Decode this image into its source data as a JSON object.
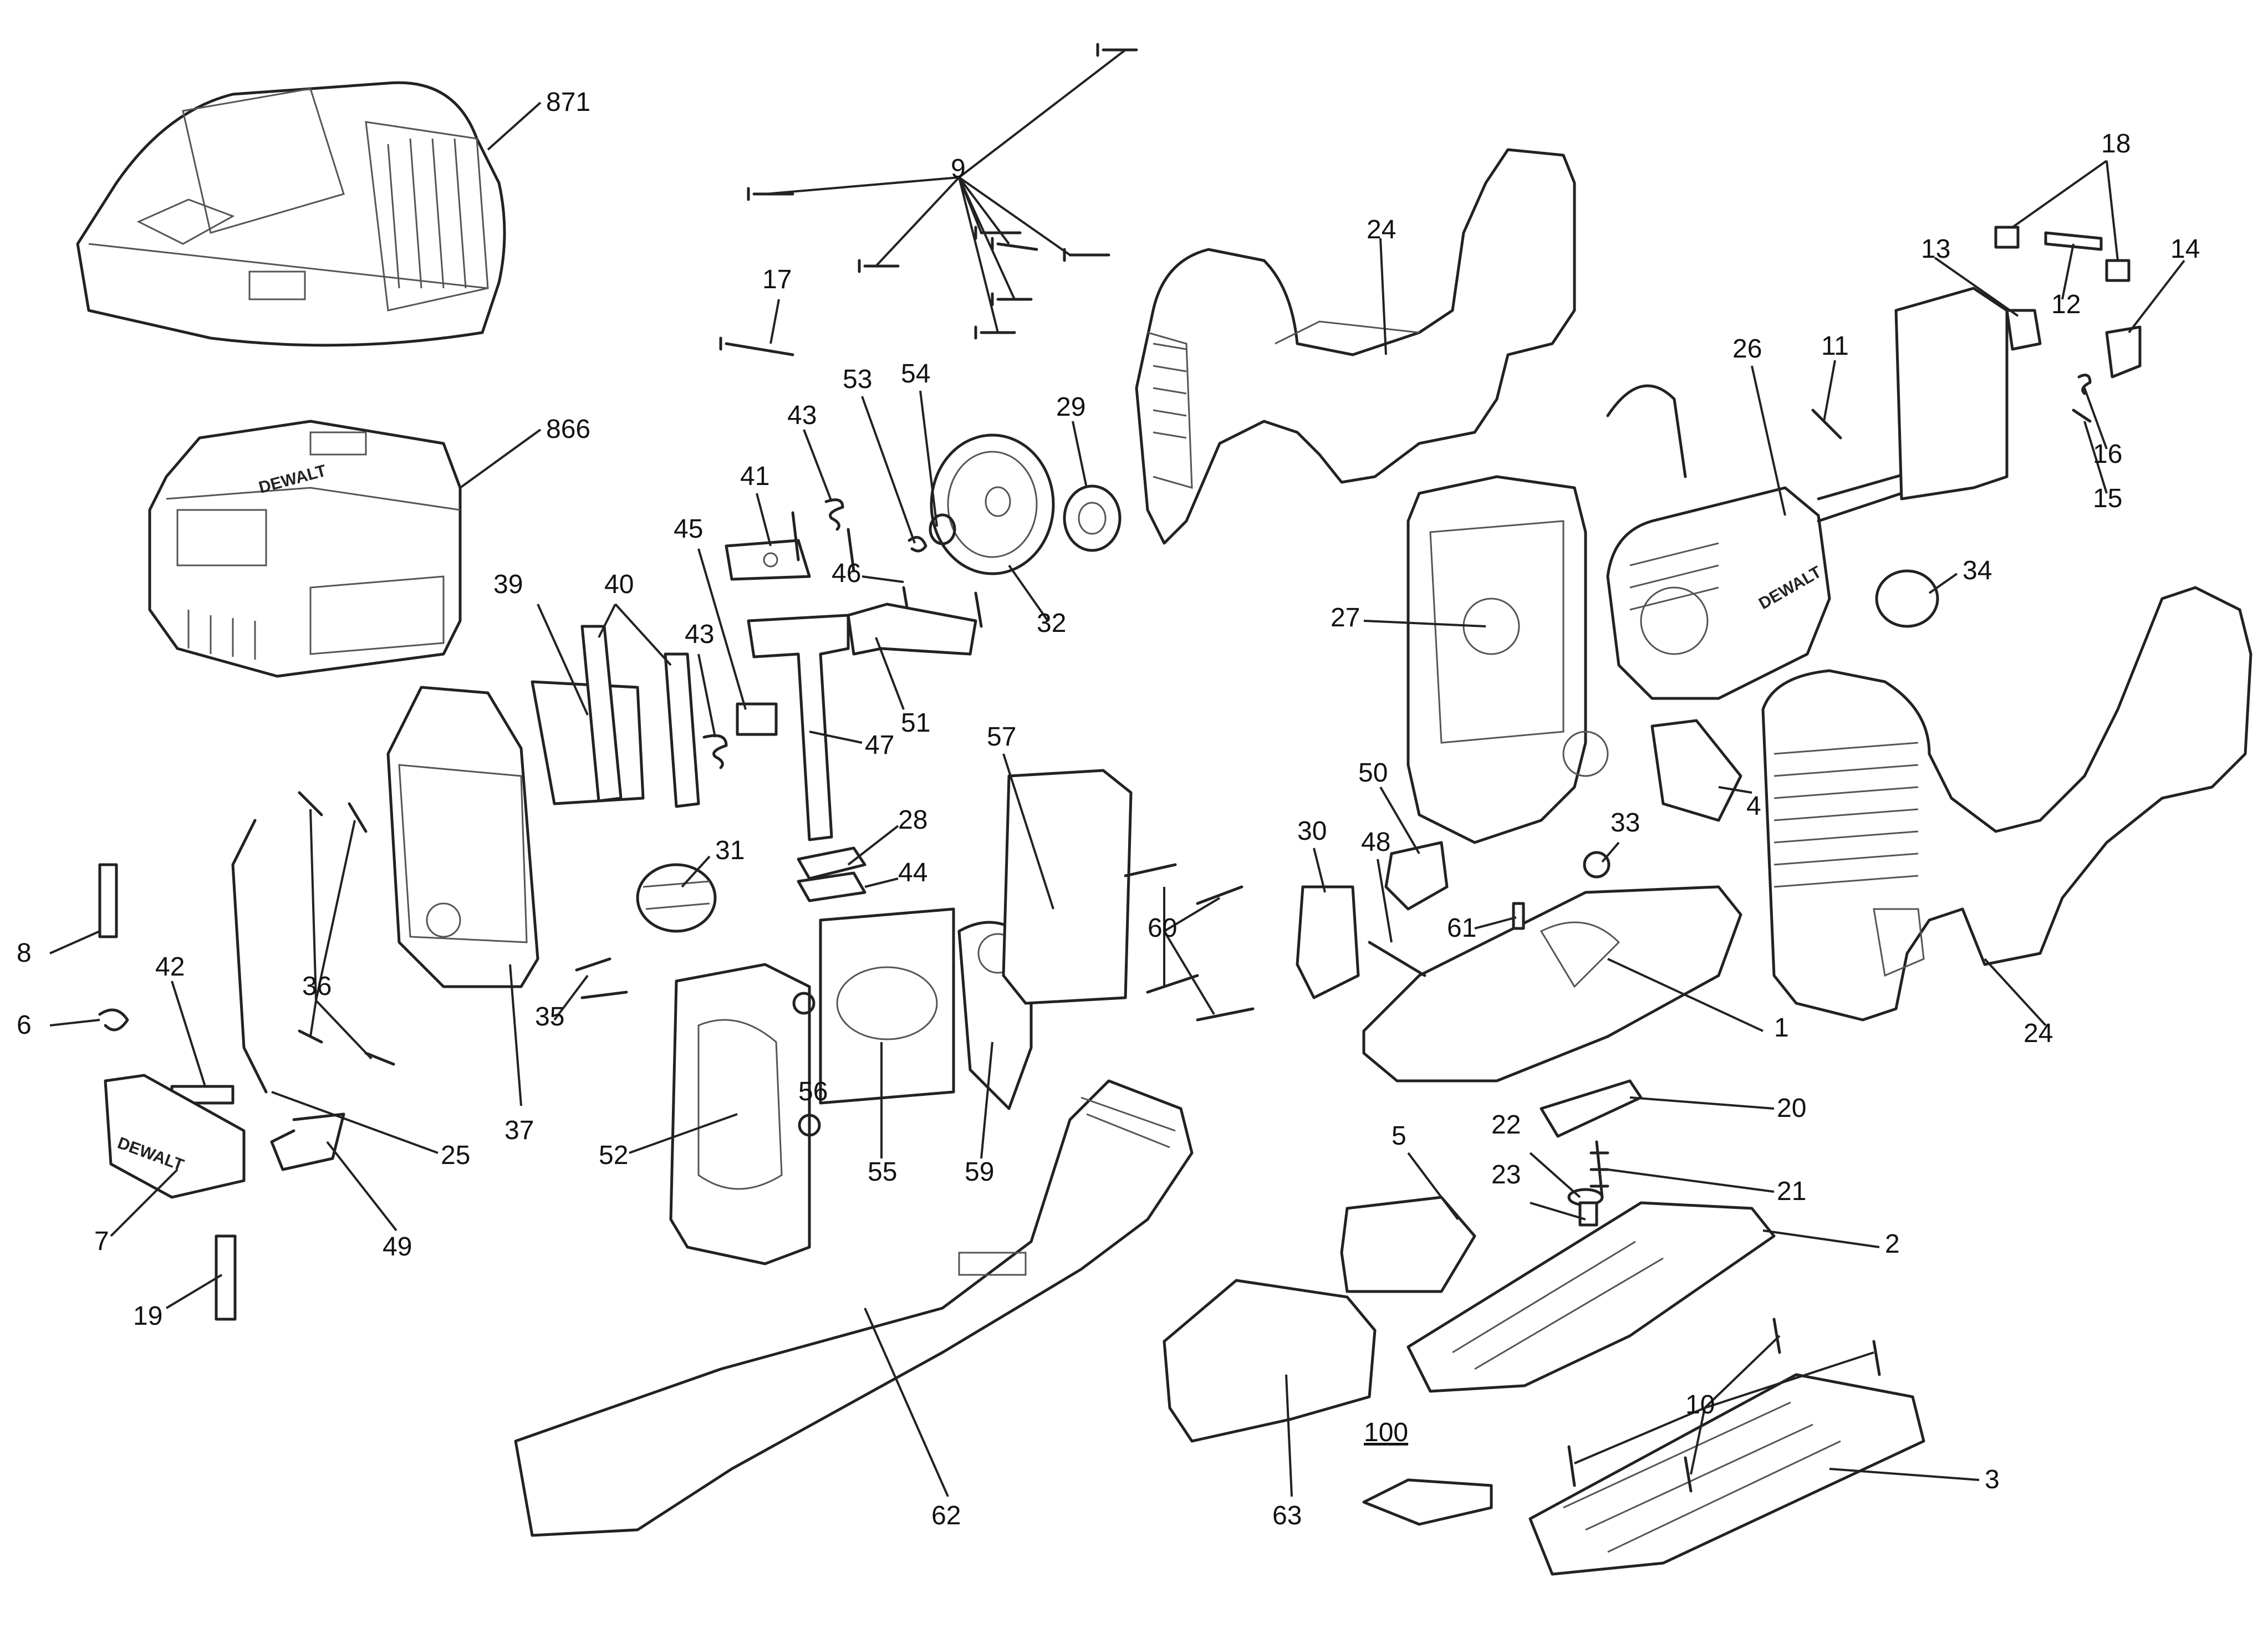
{
  "diagram": {
    "callouts": [
      {
        "label": "871"
      },
      {
        "label": "866"
      },
      {
        "label": "9"
      },
      {
        "label": "17"
      },
      {
        "label": "53"
      },
      {
        "label": "54"
      },
      {
        "label": "43"
      },
      {
        "label": "41"
      },
      {
        "label": "29"
      },
      {
        "label": "46"
      },
      {
        "label": "32"
      },
      {
        "label": "45"
      },
      {
        "label": "39"
      },
      {
        "label": "40"
      },
      {
        "label": "43"
      },
      {
        "label": "51"
      },
      {
        "label": "47"
      },
      {
        "label": "24"
      },
      {
        "label": "18"
      },
      {
        "label": "13"
      },
      {
        "label": "14"
      },
      {
        "label": "12"
      },
      {
        "label": "26"
      },
      {
        "label": "11"
      },
      {
        "label": "16"
      },
      {
        "label": "15"
      },
      {
        "label": "34"
      },
      {
        "label": "27"
      },
      {
        "label": "4"
      },
      {
        "label": "50"
      },
      {
        "label": "33"
      },
      {
        "label": "30"
      },
      {
        "label": "48"
      },
      {
        "label": "61"
      },
      {
        "label": "1"
      },
      {
        "label": "24"
      },
      {
        "label": "57"
      },
      {
        "label": "28"
      },
      {
        "label": "44"
      },
      {
        "label": "31"
      },
      {
        "label": "60"
      },
      {
        "label": "8"
      },
      {
        "label": "42"
      },
      {
        "label": "36"
      },
      {
        "label": "36"
      },
      {
        "label": "6"
      },
      {
        "label": "35"
      },
      {
        "label": "37"
      },
      {
        "label": "25"
      },
      {
        "label": "52"
      },
      {
        "label": "56"
      },
      {
        "label": "55"
      },
      {
        "label": "59"
      },
      {
        "label": "7"
      },
      {
        "label": "49"
      },
      {
        "label": "19"
      },
      {
        "label": "20"
      },
      {
        "label": "22"
      },
      {
        "label": "21"
      },
      {
        "label": "5"
      },
      {
        "label": "23"
      },
      {
        "label": "2"
      },
      {
        "label": "62"
      },
      {
        "label": "63"
      },
      {
        "label": "10"
      },
      {
        "label": "100"
      },
      {
        "label": "3"
      }
    ],
    "brand_marks": [
      {
        "text": "DEWALT"
      },
      {
        "text": "DEWALT"
      },
      {
        "text": "DEWALT"
      }
    ]
  }
}
